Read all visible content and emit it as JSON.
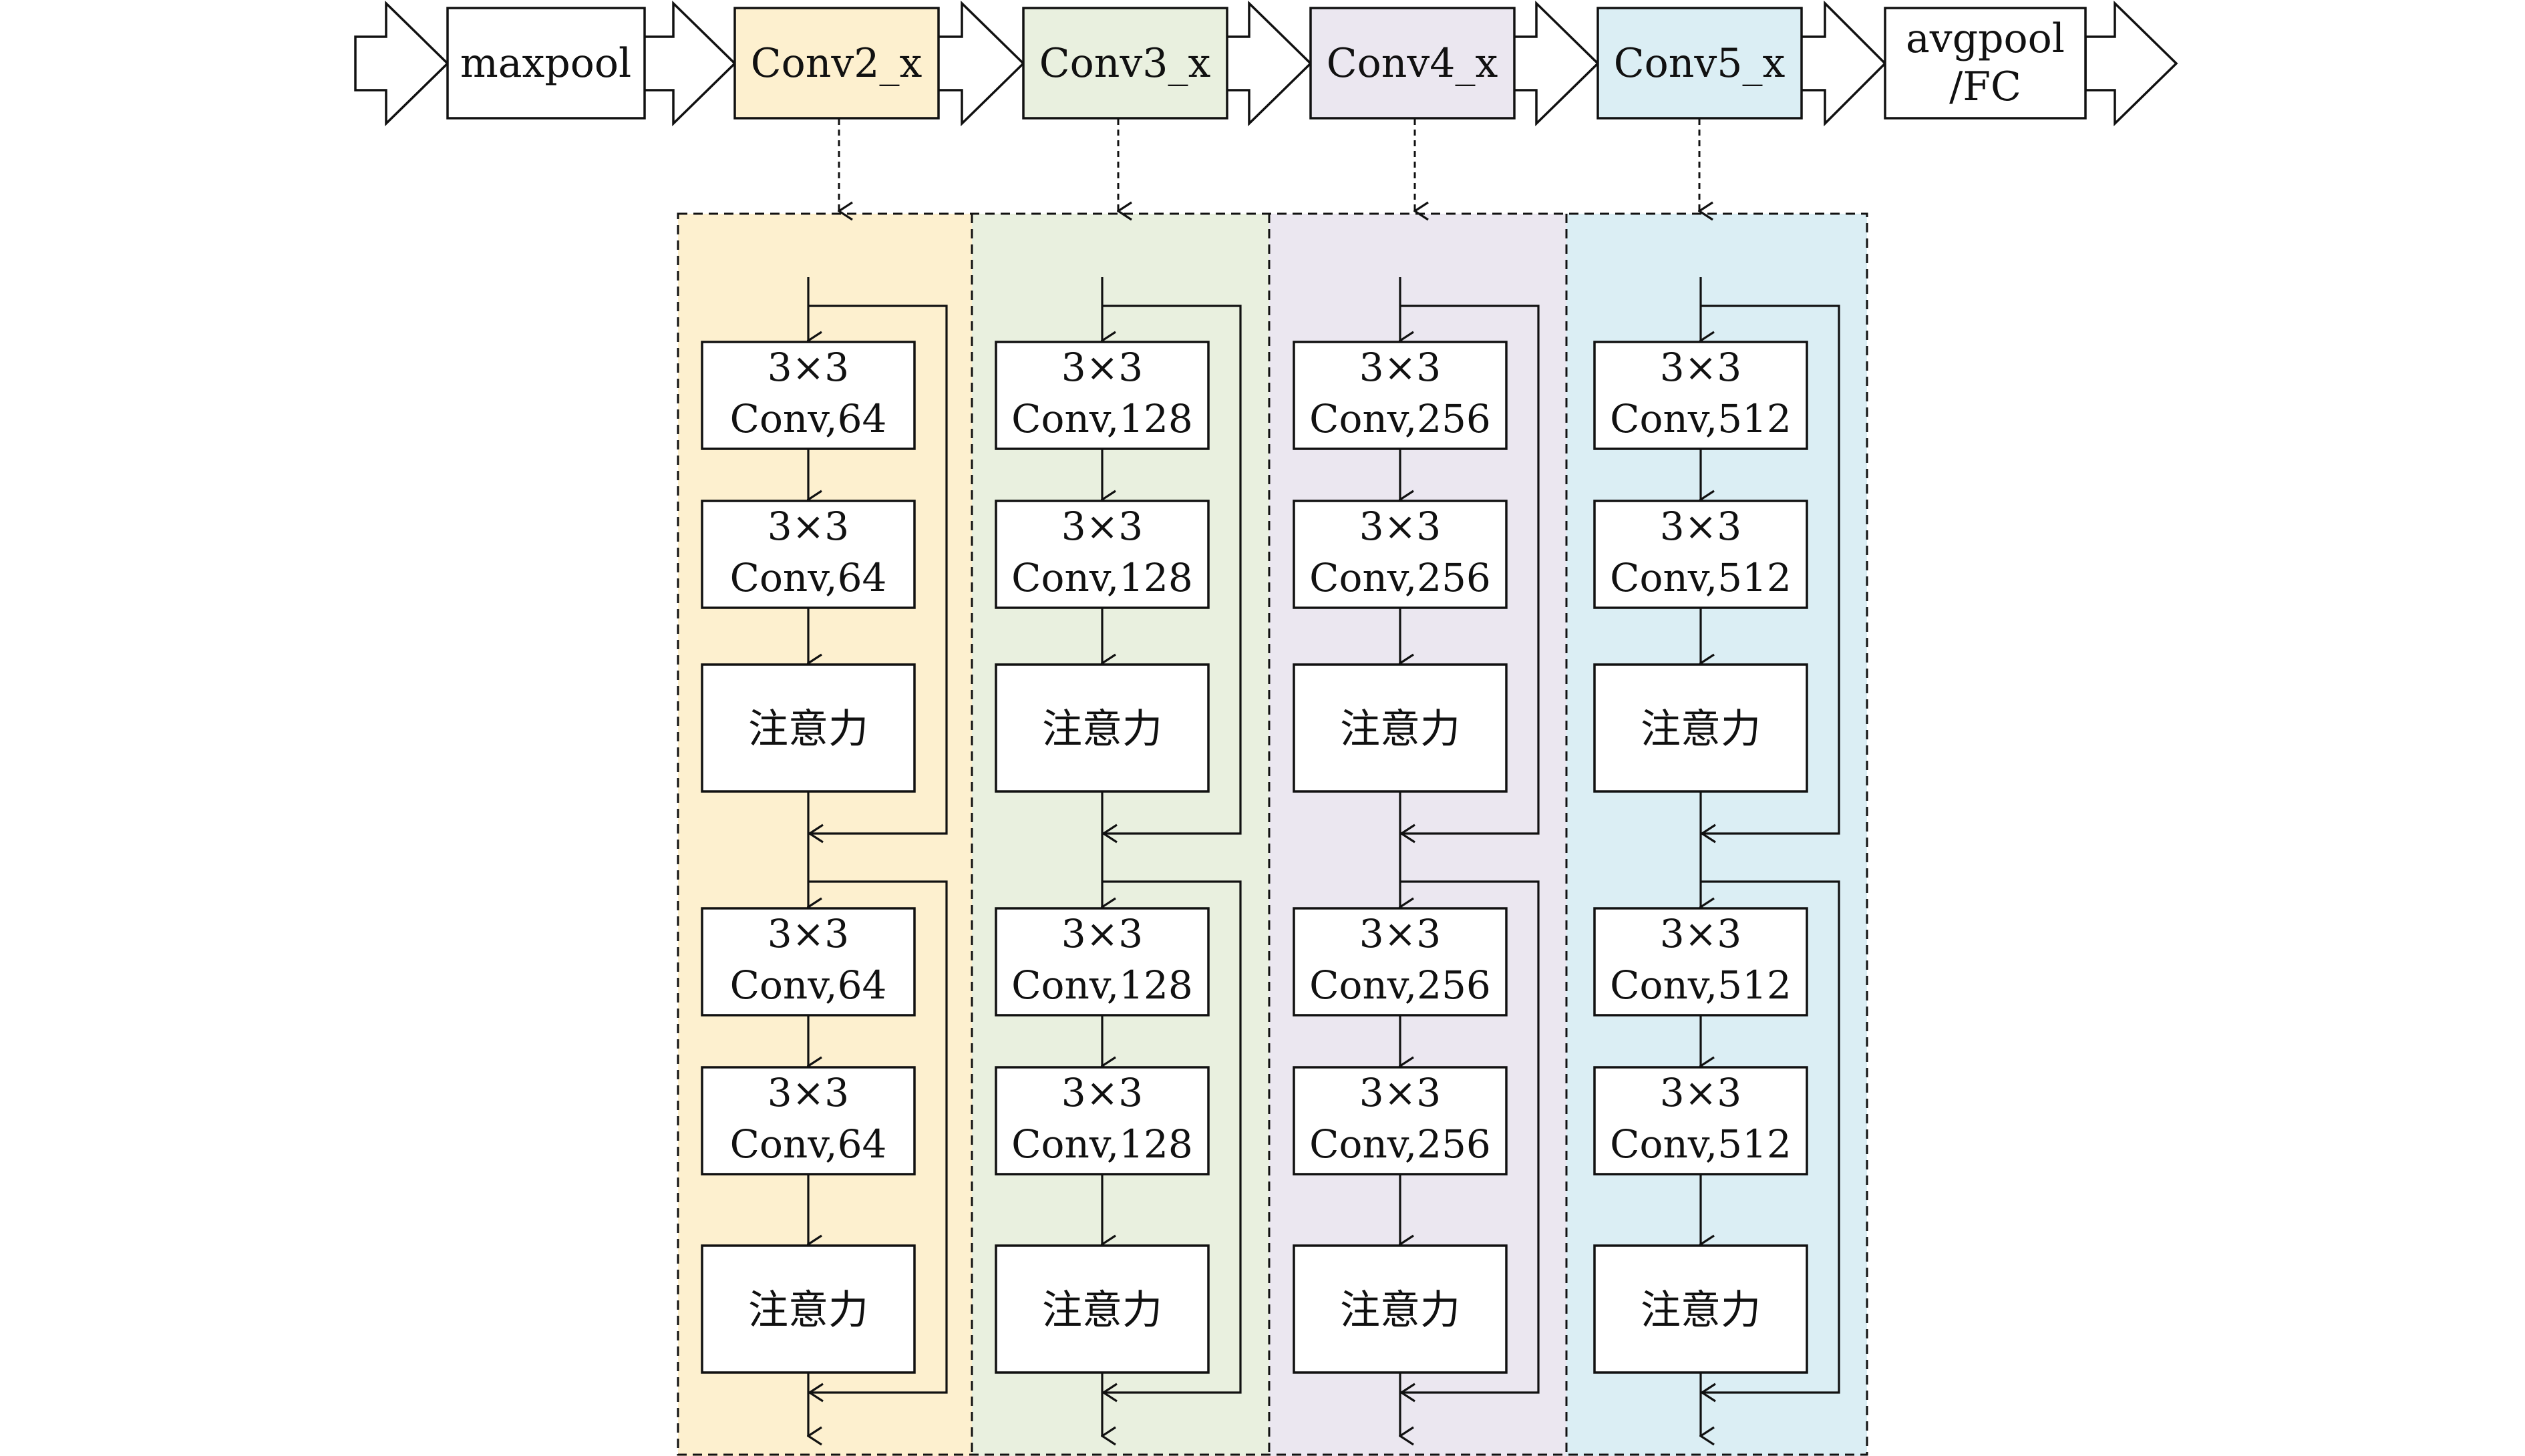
{
  "top_row": {
    "stages": [
      {
        "label": "maxpool",
        "fill": "#ffffff"
      },
      {
        "label": "Conv2_x",
        "fill": "#fdf0cf"
      },
      {
        "label": "Conv3_x",
        "fill": "#e9f0df"
      },
      {
        "label": "Conv4_x",
        "fill": "#ebe7f0"
      },
      {
        "label": "Conv5_x",
        "fill": "#dbeef4"
      },
      {
        "label_line1": "avgpool",
        "label_line2": "/FC",
        "fill": "#ffffff"
      }
    ]
  },
  "columns": [
    {
      "stage": "Conv2_x",
      "bg": "#fdf0cf",
      "blocks": [
        {
          "line1": "3×3",
          "line2": "Conv,64"
        },
        {
          "line1": "3×3",
          "line2": "Conv,64"
        },
        {
          "line1": "注意力"
        },
        {
          "line1": "3×3",
          "line2": "Conv,64"
        },
        {
          "line1": "3×3",
          "line2": "Conv,64"
        },
        {
          "line1": "注意力"
        }
      ]
    },
    {
      "stage": "Conv3_x",
      "bg": "#e9f0df",
      "blocks": [
        {
          "line1": "3×3",
          "line2": "Conv,128"
        },
        {
          "line1": "3×3",
          "line2": "Conv,128"
        },
        {
          "line1": "注意力"
        },
        {
          "line1": "3×3",
          "line2": "Conv,128"
        },
        {
          "line1": "3×3",
          "line2": "Conv,128"
        },
        {
          "line1": "注意力"
        }
      ]
    },
    {
      "stage": "Conv4_x",
      "bg": "#ebe7f0",
      "blocks": [
        {
          "line1": "3×3",
          "line2": "Conv,256"
        },
        {
          "line1": "3×3",
          "line2": "Conv,256"
        },
        {
          "line1": "注意力"
        },
        {
          "line1": "3×3",
          "line2": "Conv,256"
        },
        {
          "line1": "3×3",
          "line2": "Conv,256"
        },
        {
          "line1": "注意力"
        }
      ]
    },
    {
      "stage": "Conv5_x",
      "bg": "#dbeef4",
      "blocks": [
        {
          "line1": "3×3",
          "line2": "Conv,512"
        },
        {
          "line1": "3×3",
          "line2": "Conv,512"
        },
        {
          "line1": "注意力"
        },
        {
          "line1": "3×3",
          "line2": "Conv,512"
        },
        {
          "line1": "3×3",
          "line2": "Conv,512"
        },
        {
          "line1": "注意力"
        }
      ]
    }
  ]
}
